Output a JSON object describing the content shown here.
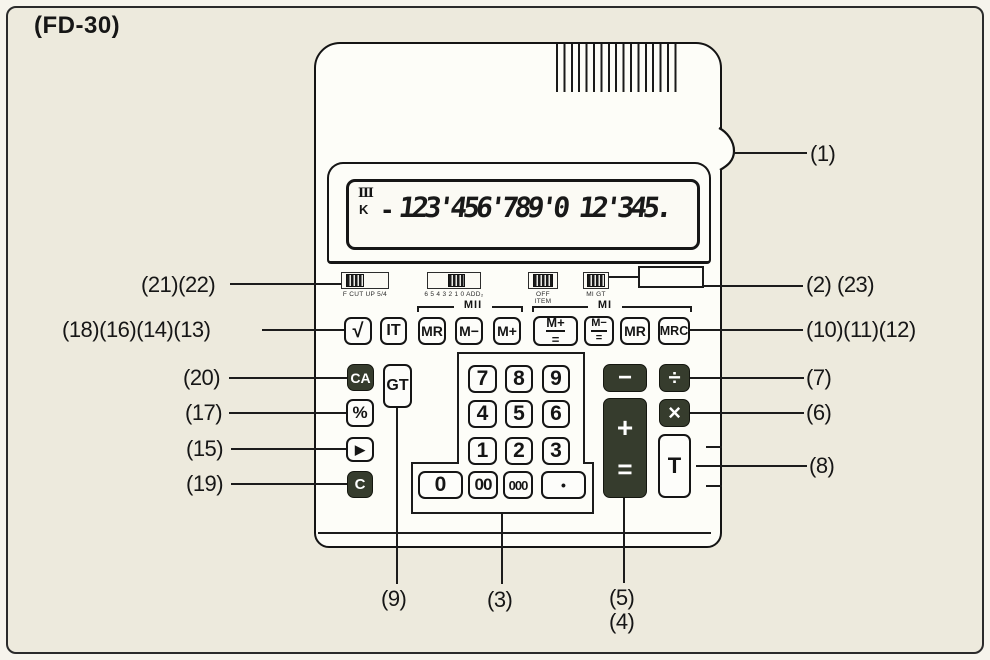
{
  "page": {
    "model_label": "(FD-30)"
  },
  "display": {
    "indicator_top": "Ⅲ",
    "indicator_bottom": "K",
    "minus_sign": "-",
    "value": "123'456'789'0 12'345."
  },
  "switches": {
    "s1_label": "F CUT UP 5/4",
    "s2_label": "6 5 4 3 2 1 0 ADD₂",
    "s3_label_line1": "OFF",
    "s3_label_line2": "ITEM",
    "s4_label": "MI GT"
  },
  "memory_row": {
    "bracket_left_label": "MII",
    "bracket_right_label": "MI",
    "k_sqrt": "√",
    "k_it": "IT",
    "k_mr1": "MR",
    "k_mminus1": "M−",
    "k_mplus1": "M+",
    "k_mplus_eq_top": "M+",
    "k_mplus_eq_bottom": "=",
    "k_mminus_eq_top": "M−",
    "k_mminus_eq_bottom": "=",
    "k_mr2": "MR",
    "k_mrc": "MRC"
  },
  "left_keys": {
    "ca": "CA",
    "gt": "GT",
    "percent": "%",
    "arrow": "▶",
    "c": "C"
  },
  "numpad": {
    "n7": "7",
    "n8": "8",
    "n9": "9",
    "n4": "4",
    "n5": "5",
    "n6": "6",
    "n1": "1",
    "n2": "2",
    "n3": "3",
    "n0": "0",
    "n00": "00",
    "n000": "000",
    "dot": "•"
  },
  "ops": {
    "minus": "−",
    "divide": "÷",
    "multiply": "×",
    "plus": "+",
    "equals": "=",
    "t": "T"
  },
  "callouts": {
    "c1": "(1)",
    "c2_23": "(2) (23)",
    "c21_22": "(21)(22)",
    "c18_16_14_13": "(18)(16)(14)(13)",
    "c10_11_12": "(10)(11)(12)",
    "c20": "(20)",
    "c17": "(17)",
    "c15": "(15)",
    "c19": "(19)",
    "c7": "(7)",
    "c6": "(6)",
    "c8": "(8)",
    "c9": "(9)",
    "c3": "(3)",
    "c5": "(5)",
    "c4": "(4)"
  },
  "colors": {
    "dark_key": "#363c2d",
    "line": "#1c1c1c",
    "paper": "#edeadd",
    "calc_body": "#fdfdf8"
  }
}
